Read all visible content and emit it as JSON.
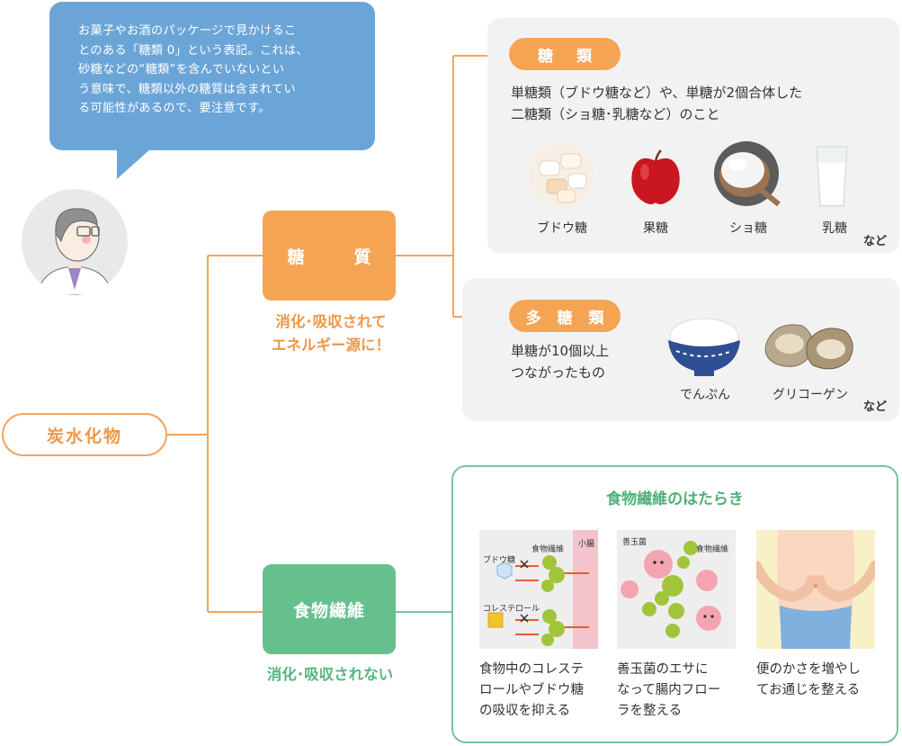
{
  "bubble": {
    "lines": [
      "お菓子やお酒のパッケージで見かけるこ",
      "とのある「糖類 0」という表記。これは、",
      "砂糖などの“糖類”を含んでいないとい",
      "う意味で、糖類以外の糖質は含まれてい",
      "る可能性があるので、要注意です。"
    ]
  },
  "root": "炭水化物",
  "sugar": {
    "label": "糖　質",
    "sub_lines": [
      "消化･吸収されて",
      "エネルギー源に！"
    ]
  },
  "fiber": {
    "label": "食物繊維",
    "sub": "消化･吸収されない"
  },
  "saccharides": {
    "pill": "糖 類",
    "desc_lines": [
      "単糖類（ブドウ糖など）や、単糖が2個合体した",
      "二糖類（ショ糖･乳糖など）のこと"
    ],
    "items": [
      "ブドウ糖",
      "果糖",
      "ショ糖",
      "乳糖"
    ],
    "etc": "など"
  },
  "polysaccharides": {
    "pill": "多 糖 類",
    "desc_lines": [
      "単糖が10個以上",
      "つながったもの"
    ],
    "items": [
      "でんぷん",
      "グリコーゲン"
    ],
    "etc": "など"
  },
  "fiber_functions": {
    "title": "食物繊維のはたらき",
    "diagram1": {
      "glucose": "ブドウ糖",
      "fiber": "食物繊維",
      "intestine": "小腸",
      "cholesterol": "コレステロール"
    },
    "diagram2": {
      "good_bacteria": "善玉菌",
      "fiber": "食物繊維"
    },
    "captions": [
      [
        "食物中のコレステ",
        "ロールやブドウ糖",
        "の吸収を抑える"
      ],
      [
        "善玉菌のエサに",
        "なって腸内フロー",
        "ラを整える"
      ],
      [
        "便のかさを増やし",
        "てお通じを整える"
      ]
    ]
  },
  "colors": {
    "orange": "#f5a454",
    "green": "#66c08d",
    "blue": "#6ba5d8",
    "panel": "#f2f2f2"
  }
}
